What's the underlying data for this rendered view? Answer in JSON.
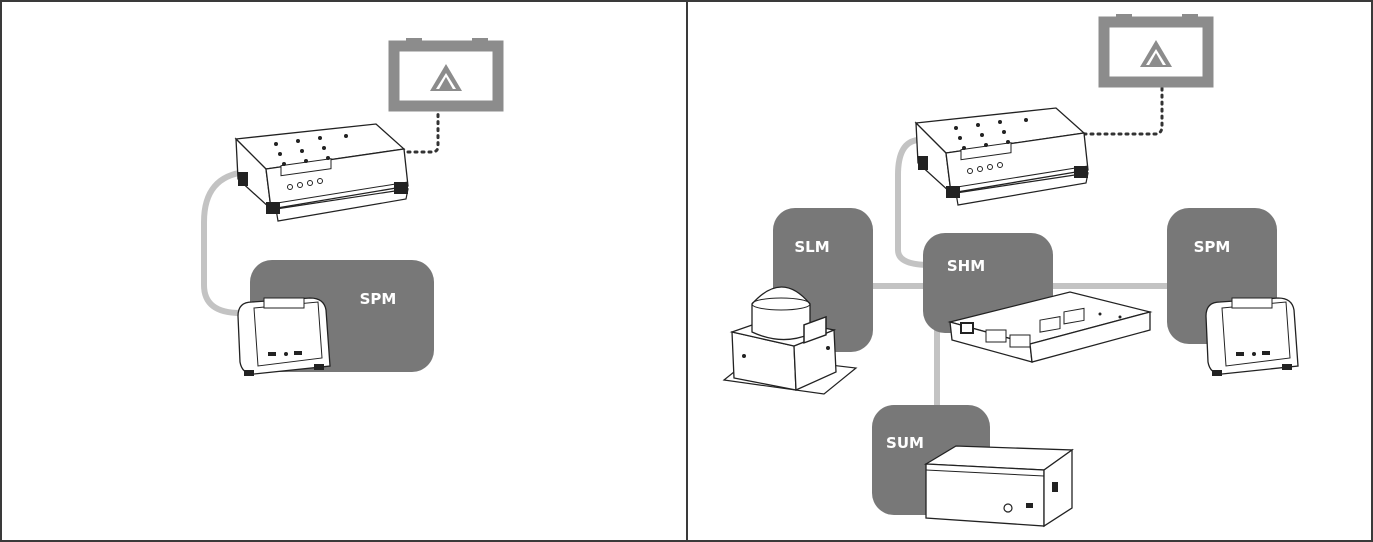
{
  "colors": {
    "module_fill": "#787878",
    "line": "#c3c3c3",
    "battery": "#8c8c8c",
    "border": "#3a3a3a",
    "label_text": "#ffffff"
  },
  "left_panel": {
    "battery_icon": "battery-charge-icon",
    "labels": {
      "spm": "SPM"
    }
  },
  "right_panel": {
    "battery_icon": "battery-charge-icon",
    "labels": {
      "slm": "SLM",
      "shm": "SHM",
      "spm": "SPM",
      "sum": "SUM"
    }
  }
}
